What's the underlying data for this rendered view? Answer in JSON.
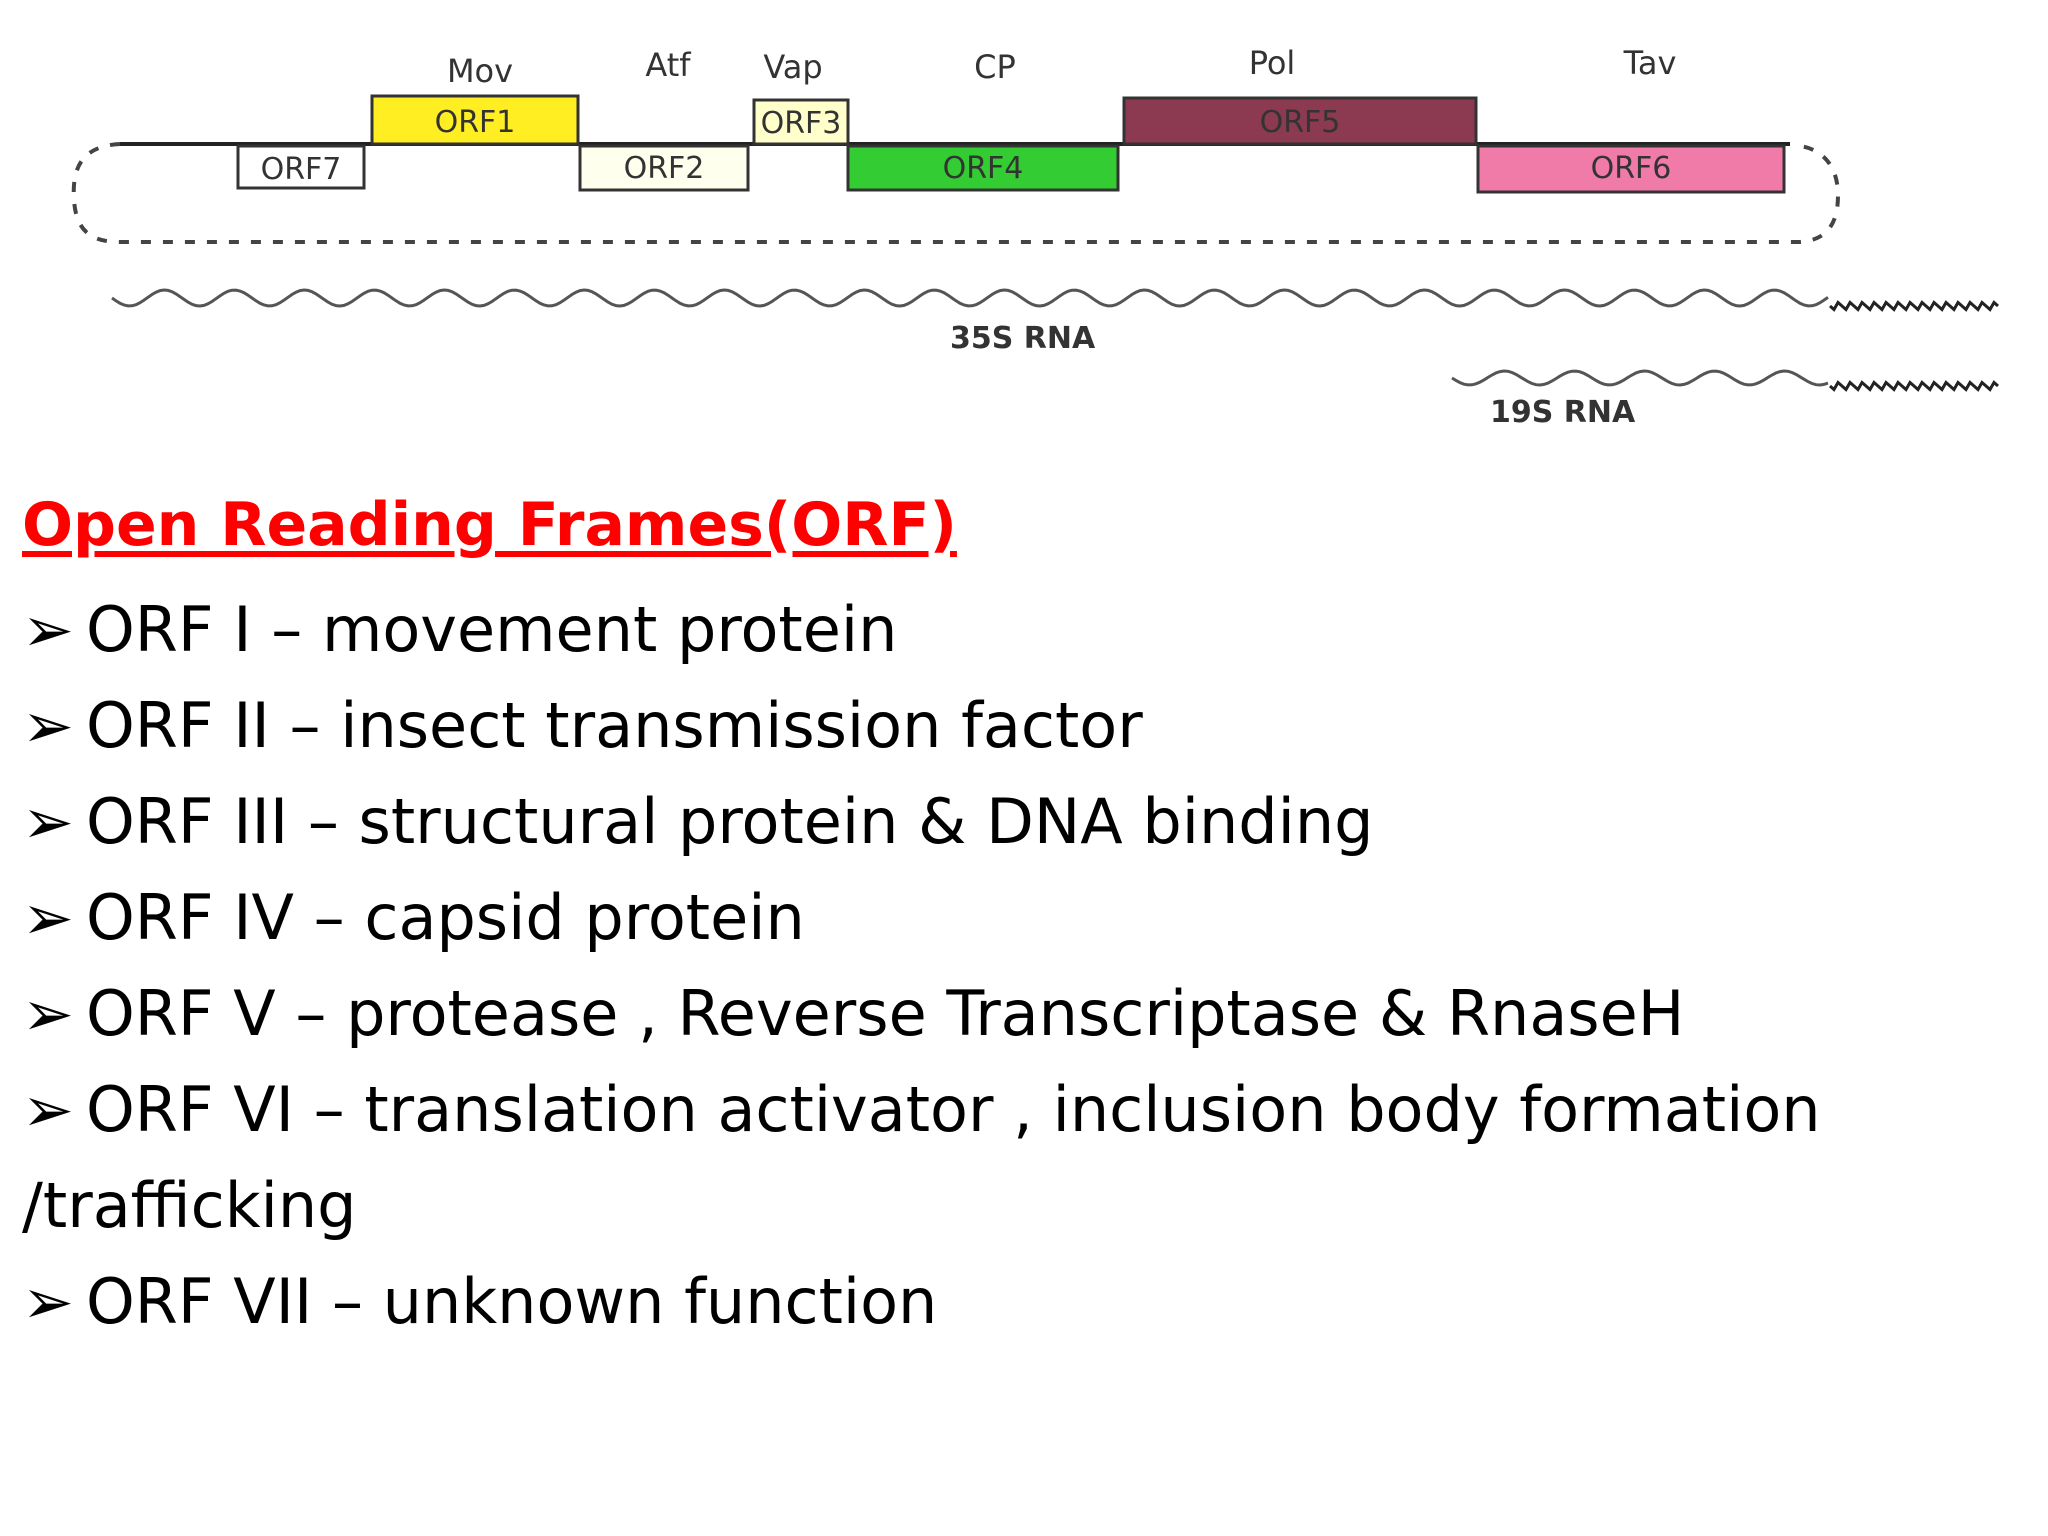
{
  "diagram": {
    "top_labels": [
      {
        "text": "Mov"
      },
      {
        "text": "Atf"
      },
      {
        "text": "Vap"
      },
      {
        "text": "CP"
      },
      {
        "text": "Pol"
      },
      {
        "text": "Tav"
      }
    ],
    "orfs": [
      {
        "text": "ORF7",
        "color": "#ffffff"
      },
      {
        "text": "ORF1",
        "color": "#ffee22"
      },
      {
        "text": "ORF2",
        "color": "#ffffee"
      },
      {
        "text": "ORF3",
        "color": "#ffffcc"
      },
      {
        "text": "ORF4",
        "color": "#33cc33"
      },
      {
        "text": "ORF5",
        "color": "#8b3a52"
      },
      {
        "text": "ORF6",
        "color": "#f07aa8"
      }
    ],
    "rna": [
      {
        "text": "35S RNA"
      },
      {
        "text": "19S RNA"
      }
    ]
  },
  "content": {
    "heading": "Open Reading Frames(ORF)",
    "bullet_glyph": "➢",
    "items": [
      "ORF I – movement protein",
      "ORF II – insect transmission factor",
      "ORF III – structural protein & DNA binding",
      "ORF IV – capsid protein",
      "ORF V – protease , Reverse Transcriptase & RnaseH",
      "ORF VI – translation activator , inclusion body formation /trafficking",
      "ORF VII – unknown function"
    ]
  }
}
